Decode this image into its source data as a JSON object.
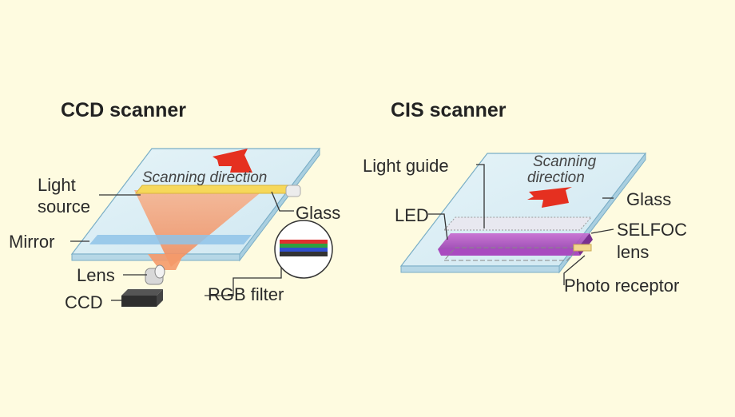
{
  "ccd": {
    "title": "CCD scanner",
    "scanning_direction": "Scanning direction",
    "labels": {
      "light_source_1": "Light",
      "light_source_2": "source",
      "mirror": "Mirror",
      "lens": "Lens",
      "ccd": "CCD",
      "glass": "Glass",
      "rgb_filter": "RGB filter"
    }
  },
  "cis": {
    "title": "CIS scanner",
    "scanning_direction_1": "Scanning",
    "scanning_direction_2": "direction",
    "labels": {
      "light_guide": "Light guide",
      "led": "LED",
      "glass": "Glass",
      "selfoc_1": "SELFOC",
      "selfoc_2": "lens",
      "photo_receptor": "Photo receptor"
    }
  },
  "colors": {
    "background": "#fefbe0",
    "glass": "#cfe8f2",
    "light_beam": "#f6a070",
    "arrow": "#e53020",
    "led_strip": "#b050c0"
  }
}
